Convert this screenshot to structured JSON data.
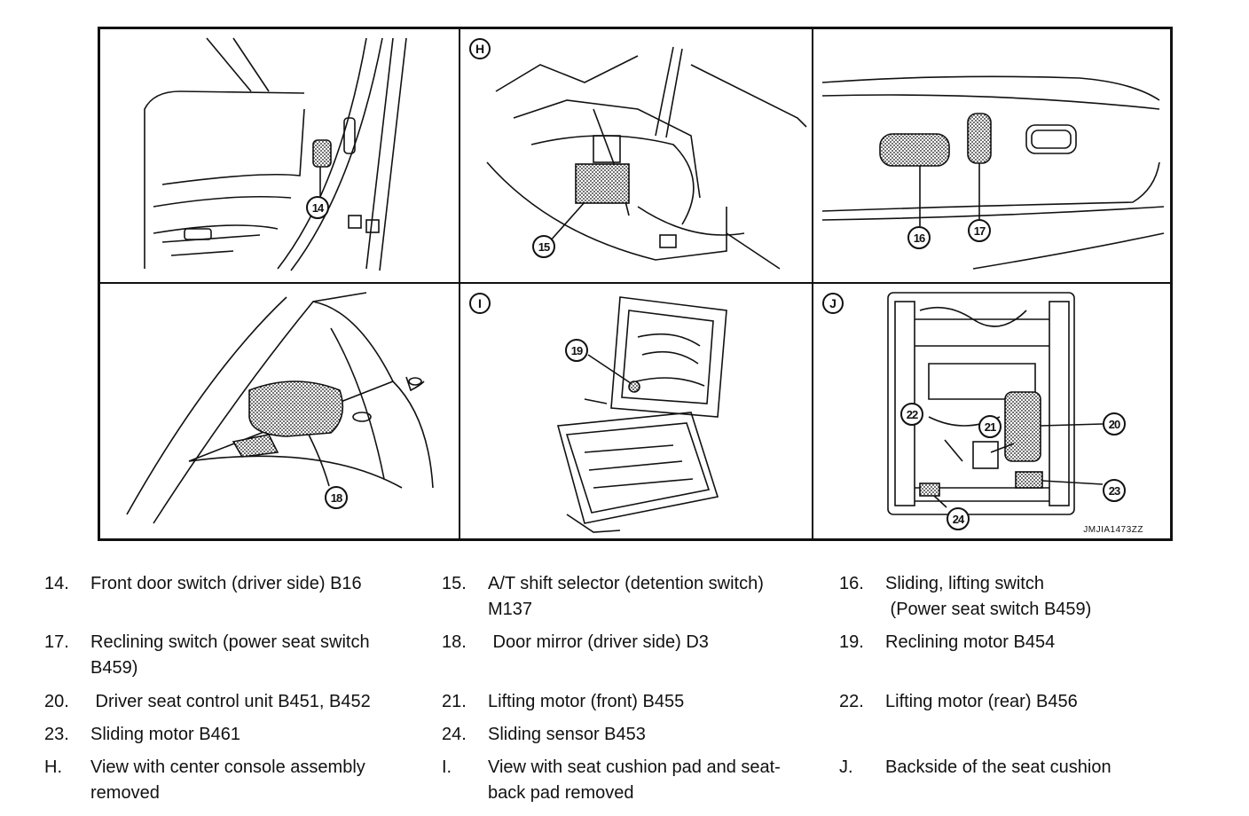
{
  "figure": {
    "code": "JMJIA1473ZZ",
    "callouts": {
      "c14": "14",
      "c15": "15",
      "c16": "16",
      "c17": "17",
      "c18": "18",
      "c19": "19",
      "c20": "20",
      "c21": "21",
      "c22": "22",
      "c23": "23",
      "c24": "24"
    },
    "view_letters": {
      "h": "H",
      "i": "I",
      "j": "J"
    }
  },
  "legend": [
    {
      "num": "14.",
      "text": "Front door switch (driver side) B16"
    },
    {
      "num": "15.",
      "text": "A/T shift selector (detention switch)",
      "text2": "M137"
    },
    {
      "num": "16.",
      "text": "Sliding, lifting switch",
      "text2": " (Power seat switch B459)"
    },
    {
      "num": "17.",
      "text": "Reclining switch (power seat switch",
      "text2": "B459)"
    },
    {
      "num": "18.",
      "text": " Door mirror (driver side) D3"
    },
    {
      "num": "19.",
      "text": "Reclining motor B454"
    },
    {
      "num": "20.",
      "text": " Driver seat control unit B451, B452"
    },
    {
      "num": "21.",
      "text": "Lifting motor (front) B455"
    },
    {
      "num": "22.",
      "text": "Lifting motor (rear) B456"
    },
    {
      "num": "23.",
      "text": "Sliding motor B461"
    },
    {
      "num": "24.",
      "text": "Sliding sensor B453"
    },
    {
      "num": "H.",
      "text": "View with center console assembly",
      "text2": "removed"
    },
    {
      "num": "I.",
      "text": "View with seat cushion pad and seat-",
      "text2": "back pad removed"
    },
    {
      "num": "J.",
      "text": "Backside of the seat cushion"
    }
  ]
}
